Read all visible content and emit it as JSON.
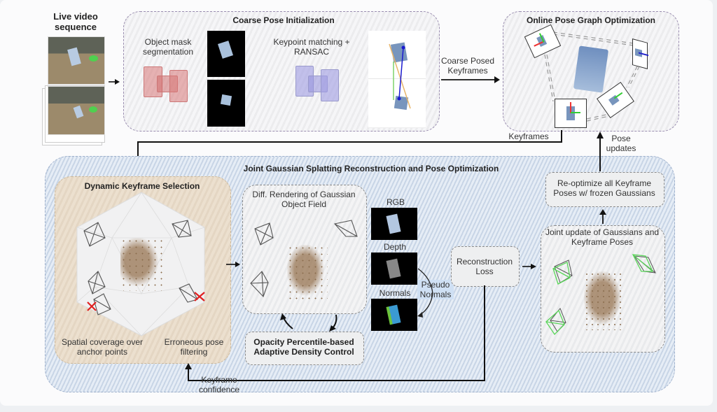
{
  "input": {
    "title": "Live video sequence",
    "arrow_icon": "arrow-right-icon"
  },
  "coarse_pose": {
    "title": "Coarse Pose Initialization",
    "segmentation_label": "Object mask segmentation",
    "matching_label": "Keypoint matching + RANSAC",
    "output_label": "Coarse Posed Keyframes"
  },
  "pose_graph": {
    "title": "Online Pose Graph Optimization",
    "keyframes_label": "Keyframes",
    "pose_updates_label": "Pose updates"
  },
  "joint": {
    "title": "Joint Gaussian Splatting Reconstruction and Pose Optimization",
    "keyframe_selection": {
      "title": "Dynamic Keyframe Selection",
      "left_caption": "Spatial coverage over anchor points",
      "right_caption": "Erroneous pose filtering"
    },
    "diff_rendering": {
      "title": "Diff. Rendering of Gaussian Object Field"
    },
    "renders": {
      "rgb": "RGB",
      "depth": "Depth",
      "normals": "Normals",
      "pseudo_normals": "Pseudo Normals"
    },
    "density_control": "Opacity Percentile-based Adaptive Density Control",
    "reconstruction_loss": "Reconstruction Loss",
    "joint_update": "Joint update of Gaussians and Keyframe Poses",
    "reoptimize": "Re-optimize all Keyframe Poses w/ frozen Gaussians",
    "confidence_label": "Keyframe confidence"
  },
  "colors": {
    "coarse_panel_border": "#9a8db0",
    "joint_panel_border": "#9fb1cc",
    "keyframe_panel": "#e4d6c3",
    "mask_red": "#d98a8a",
    "match_blue": "#a9a6e0",
    "reject_cross": "#e02020",
    "optimized_camera": "#5ad65a"
  }
}
